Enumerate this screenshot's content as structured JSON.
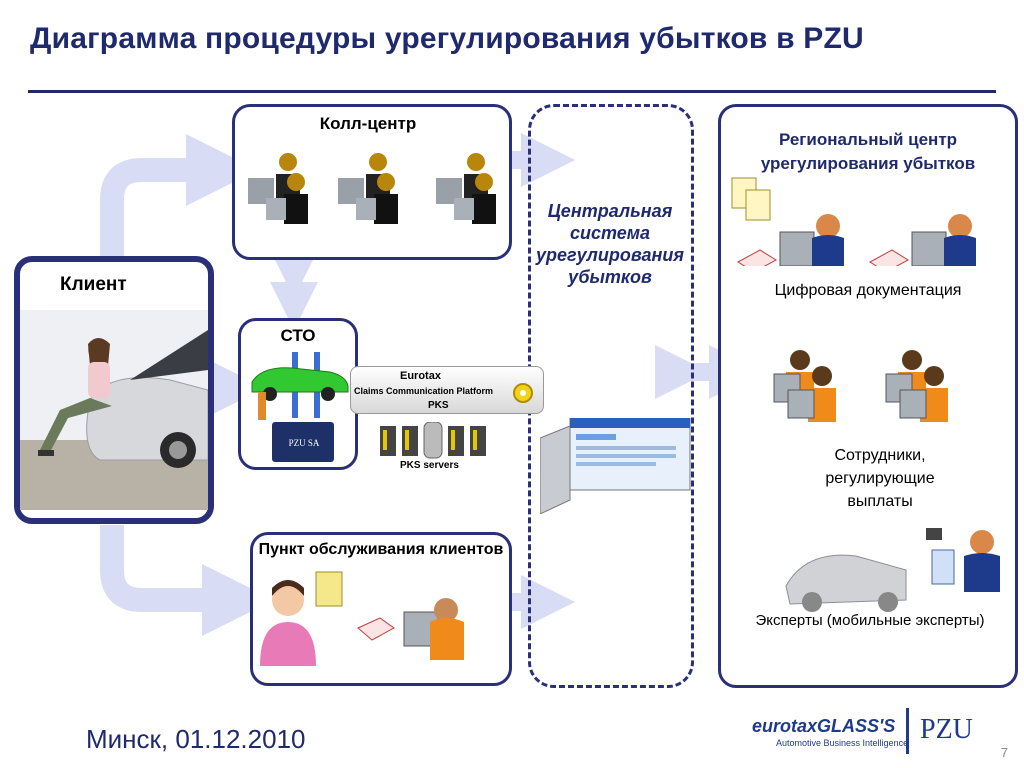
{
  "title": "Диаграмма процедуры урегулирования убытков в PZU",
  "client": {
    "label": "Клиент"
  },
  "call_center": {
    "label": "Колл-центр"
  },
  "sto": {
    "label": "СТО",
    "badge": "PZU SA"
  },
  "service_point": {
    "label": "Пункт обслуживания клиентов"
  },
  "central_system": {
    "label": "Центральная система урегулирования убытков"
  },
  "regional_center": {
    "label": "Региональный центр урегулирования убытков",
    "digital_docs": "Цифровая документация",
    "staff": "Сотрудники, регулирующие выплаты",
    "experts": "Эксперты (мобильные эксперты)"
  },
  "eurotax": {
    "line1": "Eurotax",
    "line2": "Claims Communication Platform",
    "line3": "PKS",
    "servers": "PKS servers"
  },
  "footer": {
    "place_date": "Минск, 01.12.2010",
    "logo_left": "eurotaxGLASS'S",
    "logo_left_sub": "Automotive Business Intelligence",
    "logo_right": "PZU",
    "page": "7"
  },
  "colors": {
    "accent": "#1f2a6e",
    "arrow": "#d9dcf5",
    "box_border": "#2a2f7a"
  }
}
